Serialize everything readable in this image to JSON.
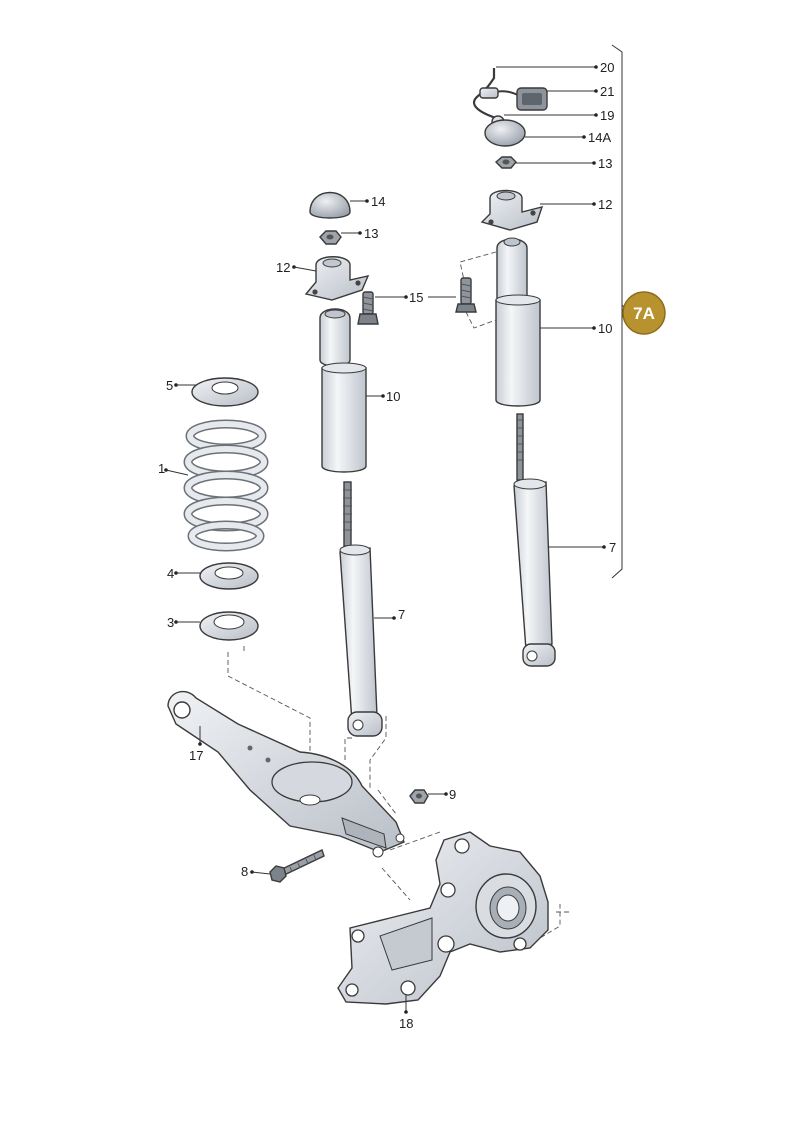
{
  "colors": {
    "part_fill": "#eceef1",
    "part_shade": "#c9ced6",
    "line": "#3a3a3a",
    "badge": "#b8922e"
  },
  "badge": {
    "label": "7A"
  },
  "callouts": {
    "c1": "1",
    "c3": "3",
    "c4": "4",
    "c5": "5",
    "c7a": "7",
    "c7b": "7",
    "c8": "8",
    "c9": "9",
    "c10a": "10",
    "c10b": "10",
    "c12a": "12",
    "c12b": "12",
    "c13a": "13",
    "c13b": "13",
    "c14": "14",
    "c14a": "14A",
    "c15": "15",
    "c17": "17",
    "c18": "18",
    "c19": "19",
    "c20": "20",
    "c21": "21"
  }
}
